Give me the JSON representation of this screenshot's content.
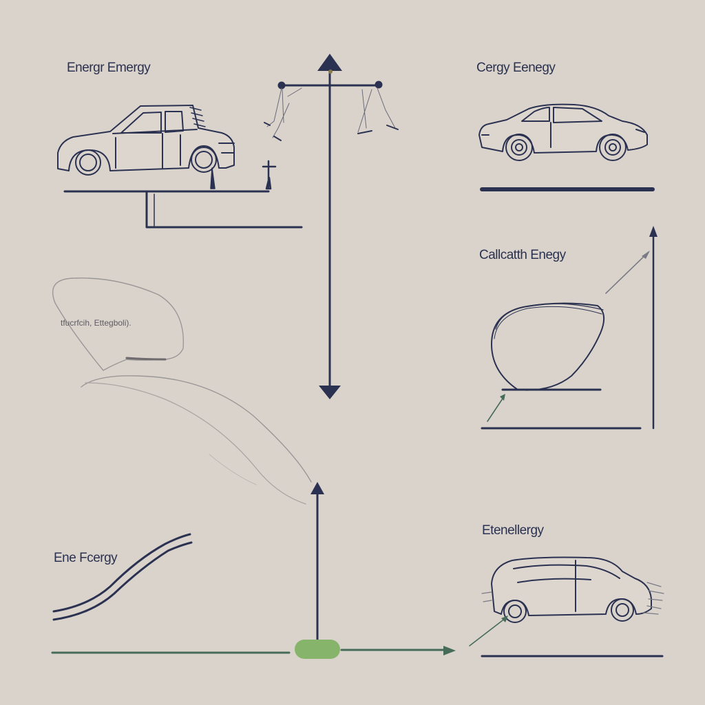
{
  "labels": {
    "top_left": "Energr Emergy",
    "top_right": "Cergy Eenegy",
    "middle_right": "Callcatth Enegy",
    "balloon": "tfucrfcih, Ettegboli).",
    "bottom_left": "Ene Fcergy",
    "bottom_right": "Etenellergy"
  },
  "colors": {
    "background": "#d9d3cc",
    "ink": "#2b3150",
    "green_node": "#86b46a",
    "green_line": "#466b58",
    "light_ink": "#9b9797"
  },
  "icons": {
    "car_top_left": "hatchback-car-icon",
    "car_top_right": "sedan-car-icon",
    "car_bottom_right": "van-car-icon",
    "egg_shape": "egg-icon"
  }
}
